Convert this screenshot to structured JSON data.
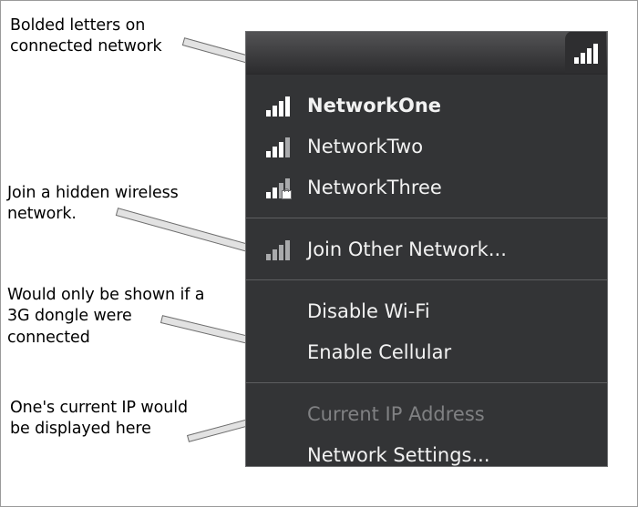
{
  "annotations": [
    {
      "id": "annotation-bolded-connected",
      "text": "Bolded letters on\nconnected network"
    },
    {
      "id": "annotation-hidden-network",
      "text": "Join a hidden wireless\nnetwork."
    },
    {
      "id": "annotation-3g-dongle",
      "text": "Would only be shown if a\n3G dongle were\nconnected"
    },
    {
      "id": "annotation-current-ip",
      "text": "One's current IP would\nbe displayed here"
    }
  ],
  "menu": {
    "statusbar": {
      "icon": "wifi-signal-icon",
      "bars": 4,
      "active_bars": 4
    },
    "groups": [
      {
        "name": "available-networks",
        "items": [
          {
            "label": "NetworkOne",
            "icon": "wifi-signal-icon",
            "bars": 4,
            "active_bars": 4,
            "secured": false,
            "connected": true,
            "disabled": false
          },
          {
            "label": "NetworkTwo",
            "icon": "wifi-signal-icon",
            "bars": 4,
            "active_bars": 3,
            "secured": false,
            "connected": false,
            "disabled": false
          },
          {
            "label": "NetworkThree",
            "icon": "wifi-signal-secured-icon",
            "bars": 4,
            "active_bars": 2,
            "secured": true,
            "connected": false,
            "disabled": false
          }
        ]
      },
      {
        "name": "join-other",
        "items": [
          {
            "label": "Join Other Network...",
            "icon": "wifi-signal-empty-icon",
            "bars": 4,
            "active_bars": 0,
            "secured": false,
            "connected": false,
            "disabled": false
          }
        ]
      },
      {
        "name": "radio-toggles",
        "items": [
          {
            "label": "Disable Wi-Fi",
            "icon": null,
            "disabled": false
          },
          {
            "label": "Enable Cellular",
            "icon": null,
            "disabled": false
          }
        ]
      },
      {
        "name": "info-and-settings",
        "items": [
          {
            "label": "Current IP Address",
            "icon": null,
            "disabled": true
          },
          {
            "label": "Network Settings...",
            "icon": null,
            "disabled": false
          }
        ]
      }
    ]
  },
  "colors": {
    "panel_background": "#333436",
    "panel_border": "#6d6e70",
    "separator": "#5d5e60",
    "text": "#f2f2f2",
    "text_disabled": "#808183",
    "signal_active": "#ffffff",
    "signal_inactive": "#a9aaac",
    "annotation_text": "#000000",
    "leader_fill": "#e2e2e2",
    "leader_stroke": "#6f6f6f",
    "page_background": "#ffffff"
  }
}
